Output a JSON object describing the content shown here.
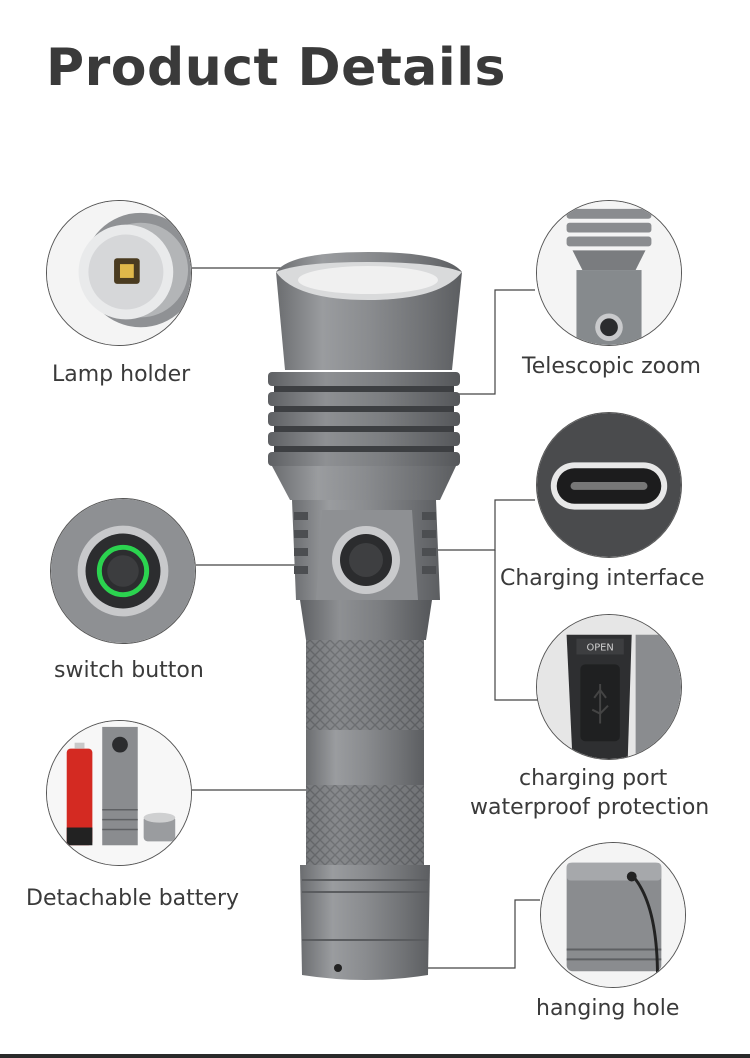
{
  "page": {
    "title": "Product Details"
  },
  "features": {
    "lamp_holder": "Lamp holder",
    "telescopic_zoom": "Telescopic zoom",
    "charging_interface": "Charging interface",
    "switch_button": "switch button",
    "waterproof_line1": "charging port",
    "waterproof_line2": "waterproof protection",
    "detachable_battery": "Detachable battery",
    "hanging_hole": "hanging hole"
  },
  "colors": {
    "body_gray": "#8a8c8e",
    "switch_ring": "#2bd34f",
    "battery_red": "#d42a22"
  }
}
